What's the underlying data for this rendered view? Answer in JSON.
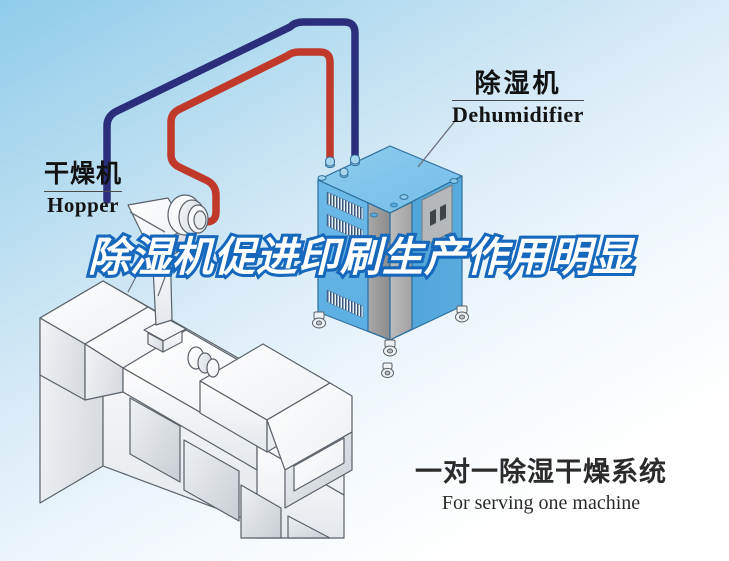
{
  "background": {
    "gradient_from": "#8ecce9",
    "gradient_to": "#ffffff"
  },
  "headline": {
    "text": "除湿机促进印刷生产作用明显",
    "fill_color": "#ffffff",
    "stroke_color": "#1668bd"
  },
  "labels": {
    "dehumidifier": {
      "cn": "除湿机",
      "en": "Dehumidifier"
    },
    "hopper": {
      "cn": "干燥机",
      "en": "Hopper"
    }
  },
  "caption": {
    "cn": "一对一除湿干燥系统",
    "en": "For serving one machine"
  },
  "diagram": {
    "hoses": [
      {
        "name": "return-hose",
        "color": "#2b2e7a",
        "role": "dry-air-return"
      },
      {
        "name": "supply-hose",
        "color": "#c0392b",
        "role": "hot-air-supply"
      }
    ],
    "dehumidifier_unit": {
      "body_color": "#63b5e5",
      "top_color": "#86c7ea",
      "side_color": "#4fa4d8",
      "column_color": "#9b9b9b",
      "panel_color": "#b0b0b0",
      "display_color": "#4a4a4a",
      "caster_count": 4
    },
    "machine": {
      "name": "injection-molding-machine",
      "body_color": "#fbfbfb",
      "outline_color": "#5a5f66"
    },
    "hopper_unit": {
      "name": "hopper-blower",
      "body_color": "#fdfdfd",
      "outline_color": "#5a5f66"
    },
    "leader_lines": [
      {
        "name": "dehumidifier-leader",
        "color": "#6b7078"
      },
      {
        "name": "hopper-leader",
        "color": "#6b7078"
      }
    ]
  }
}
